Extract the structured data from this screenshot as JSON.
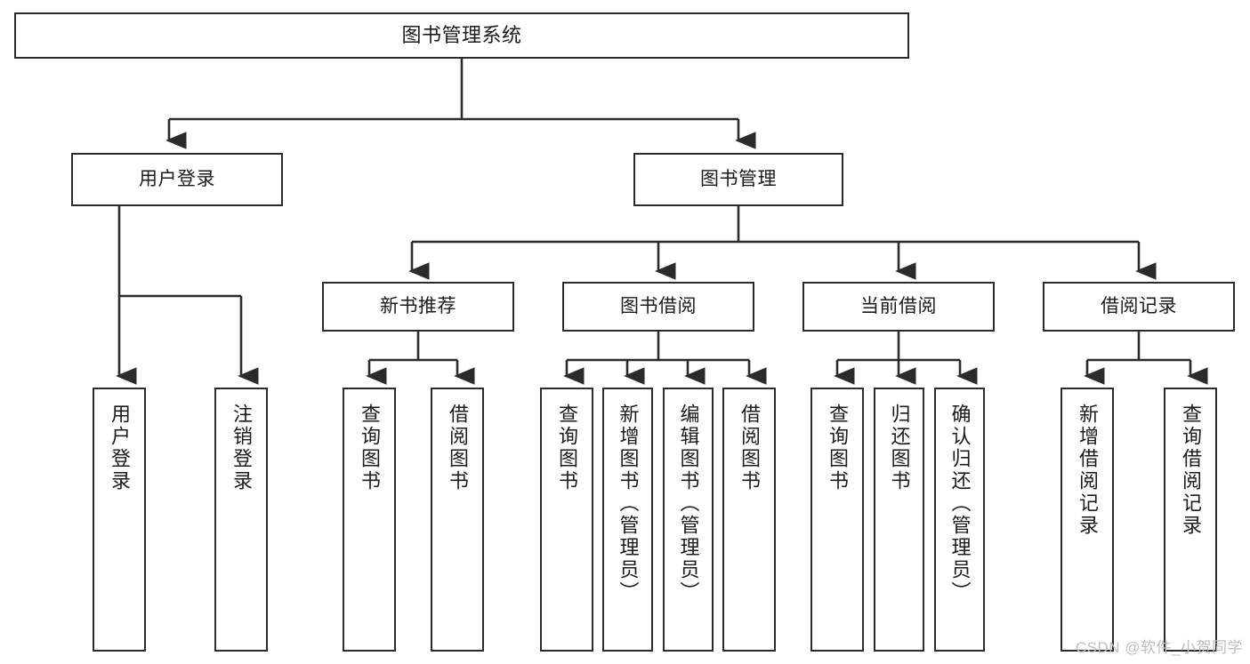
{
  "diagram": {
    "type": "hierarchy-tree",
    "title": "图书管理系统",
    "watermark": "CSDN @软件_小贺同学",
    "colors": {
      "background": "#ffffff",
      "stroke": "#2b2b2b",
      "text": "#1b1b1b",
      "watermark": "#bdbdbd"
    },
    "nodes": {
      "root": {
        "label": "图书管理系统"
      },
      "level2": [
        {
          "label": "用户登录"
        },
        {
          "label": "图书管理"
        }
      ],
      "level3": [
        {
          "label": "新书推荐"
        },
        {
          "label": "图书借阅"
        },
        {
          "label": "当前借阅"
        },
        {
          "label": "借阅记录"
        }
      ],
      "leaves": {
        "user_login": [
          {
            "label": "用户登录"
          },
          {
            "label": "注销登录"
          }
        ],
        "new_book": [
          {
            "label": "查询图书"
          },
          {
            "label": "借阅图书"
          }
        ],
        "book_borrow": [
          {
            "label": "查询图书"
          },
          {
            "label": "新增图书（管理员）"
          },
          {
            "label": "编辑图书（管理员）"
          },
          {
            "label": "借阅图书"
          }
        ],
        "current_borrow": [
          {
            "label": "查询图书"
          },
          {
            "label": "归还图书"
          },
          {
            "label": "确认归还（管理员）"
          }
        ],
        "borrow_record": [
          {
            "label": "新增借阅记录"
          },
          {
            "label": "查询借阅记录"
          }
        ]
      }
    }
  }
}
